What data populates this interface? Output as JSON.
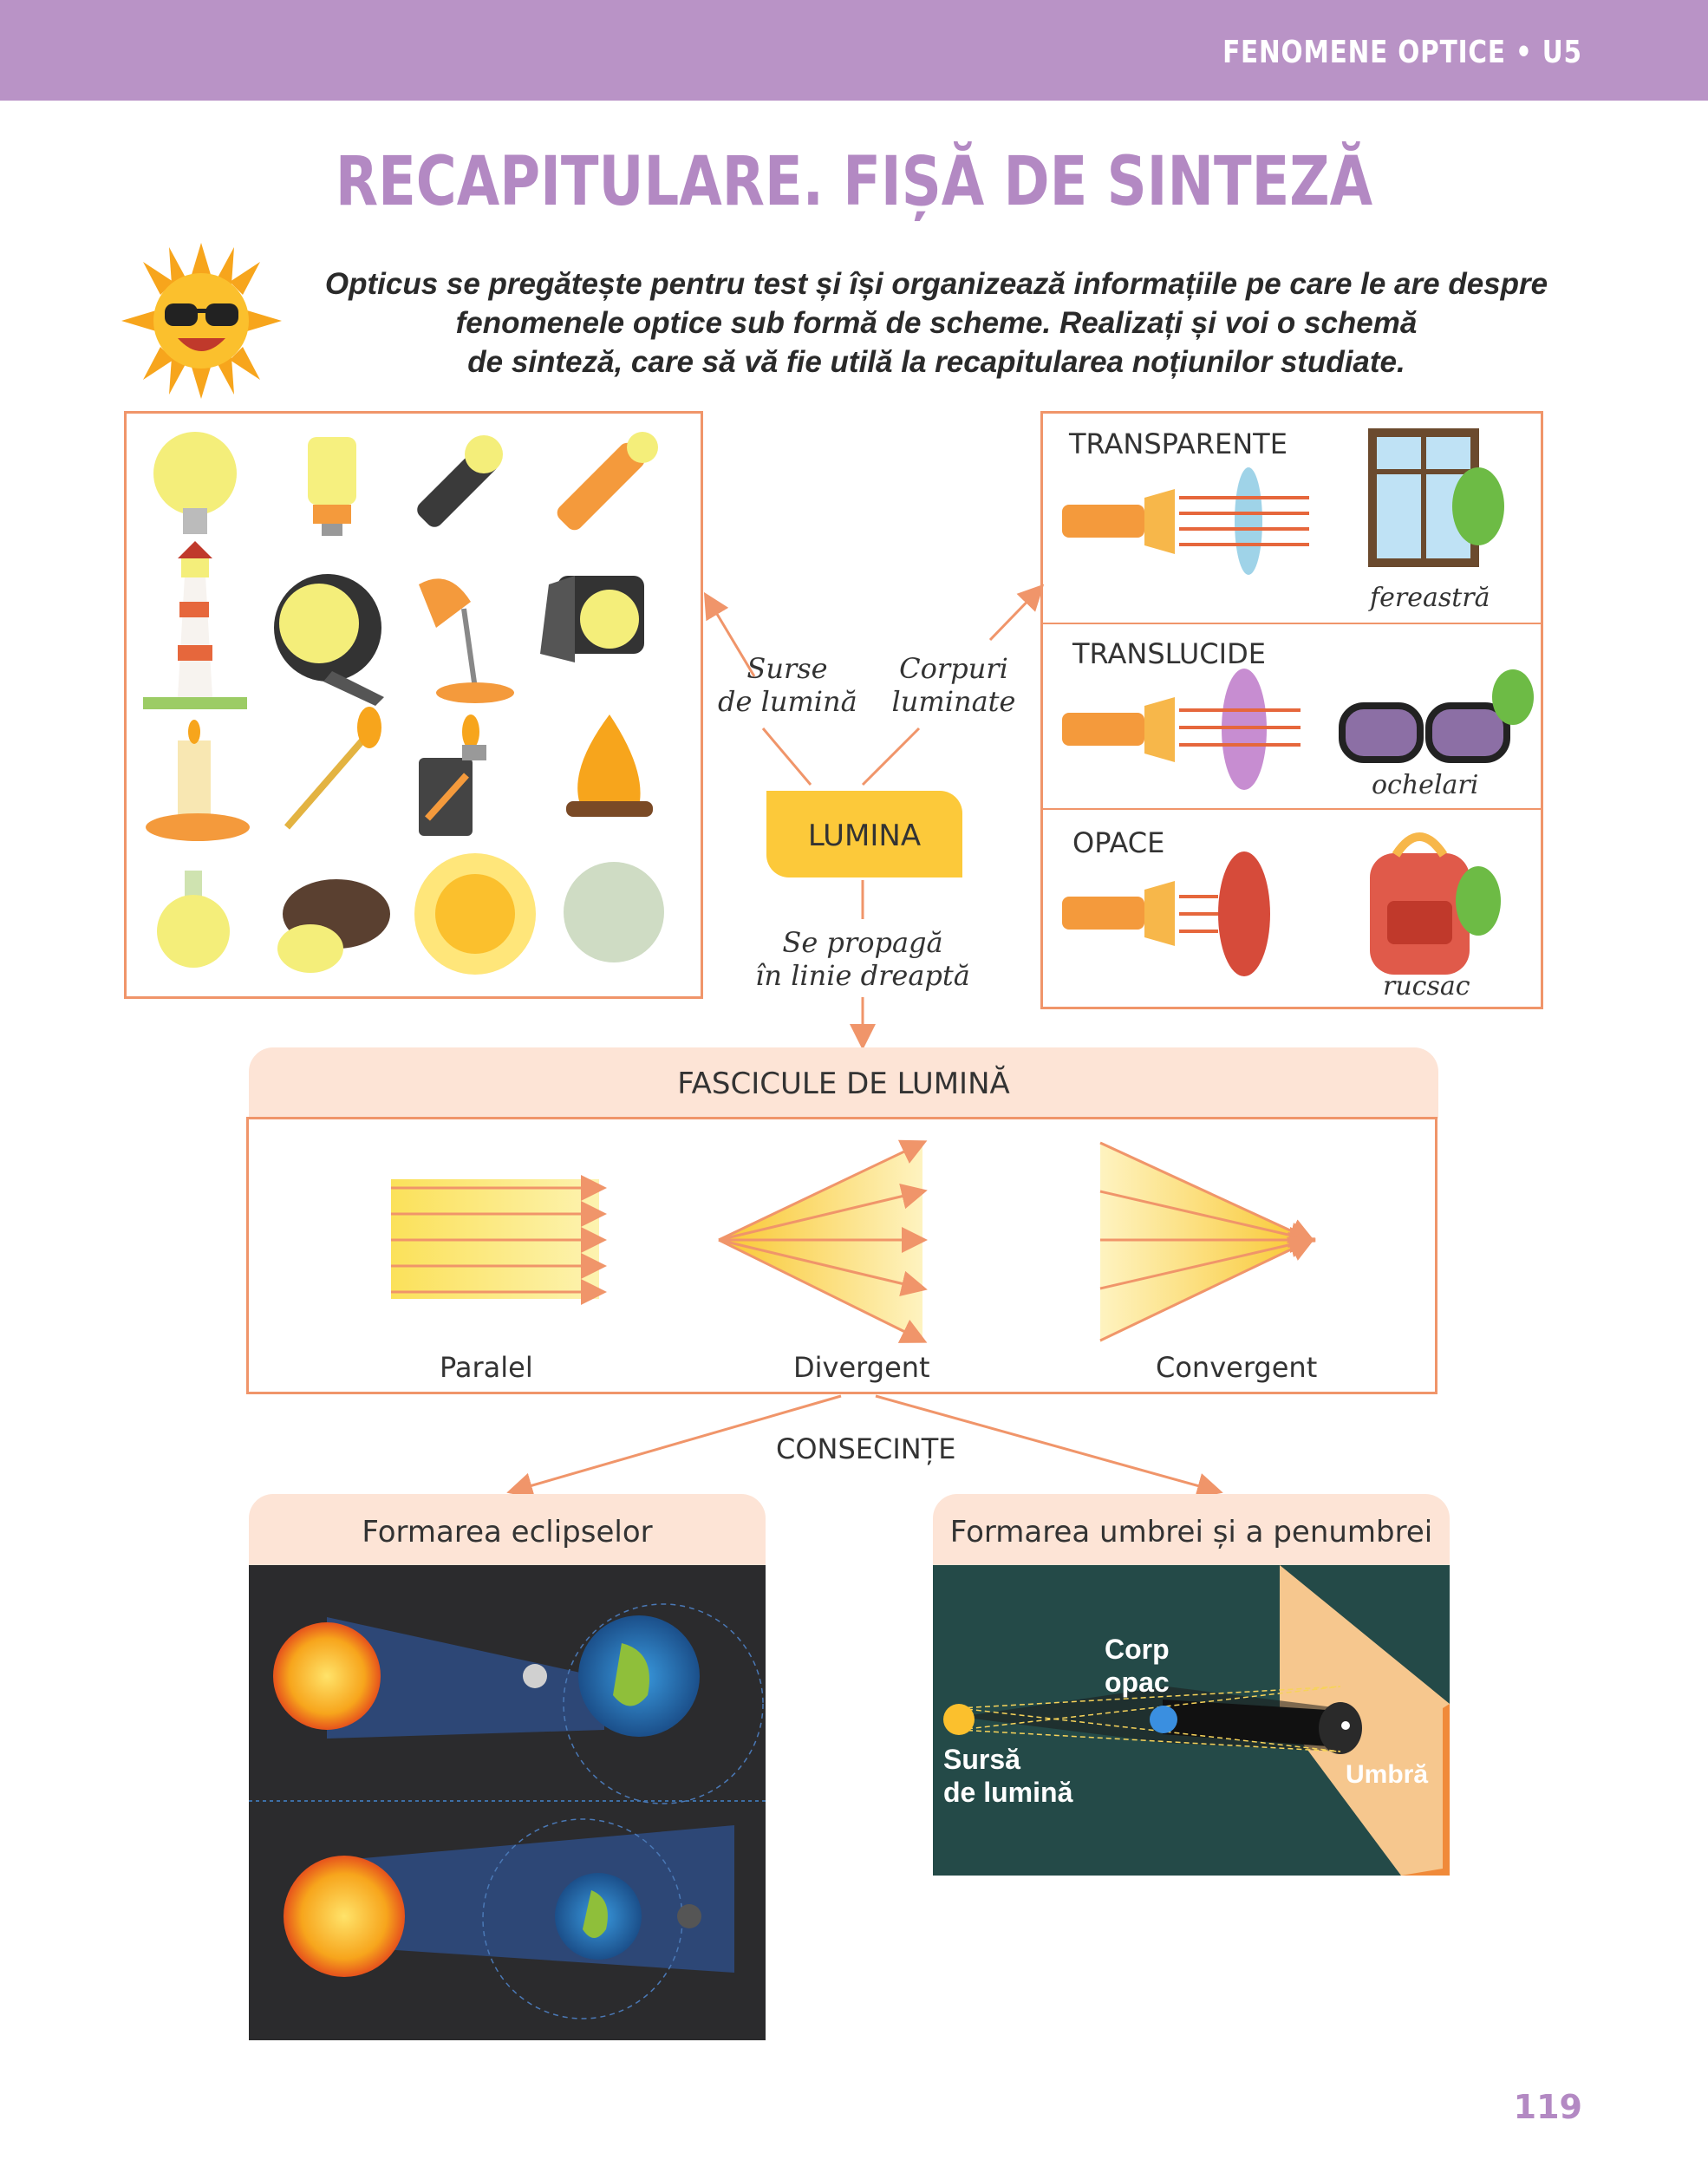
{
  "header": {
    "section": "FENOMENE OPTICE • U5"
  },
  "page": {
    "title": "RECAPITULARE. FIȘĂ DE SINTEZĂ",
    "number": "119"
  },
  "intro": {
    "line1": "Opticus se pregătește pentru test și își organizează informațiile pe care le are despre",
    "line2": "fenomenele optice sub formă de scheme. Realizați și voi o schemă",
    "line3": "de sinteză, care să vă fie utilă la recapitularea noțiunilor studiate."
  },
  "center": {
    "main": "LUMINA",
    "left_branch": [
      "Surse",
      "de lumină"
    ],
    "right_branch": [
      "Corpuri",
      "luminate"
    ],
    "down_branch": [
      "Se propagă",
      "în linie dreaptă"
    ]
  },
  "bodies": {
    "transparent": {
      "title": "TRANSPARENTE",
      "example": "fereastră"
    },
    "translucent": {
      "title": "TRANSLUCIDE",
      "example": "ochelari"
    },
    "opaque": {
      "title": "OPACE",
      "example": "rucsac"
    }
  },
  "beams": {
    "title": "FASCICULE DE LUMINĂ",
    "parallel": "Paralel",
    "divergent": "Divergent",
    "convergent": "Convergent"
  },
  "consequences": {
    "title": "CONSECINȚE",
    "eclipses": "Formarea eclipselor",
    "shadow": {
      "title": "Formarea umbrei și a penumbrei",
      "body_label": [
        "Corp",
        "opac"
      ],
      "source_label": [
        "Sursă",
        "de lumină"
      ],
      "shadow_label": "Umbră"
    }
  },
  "colors": {
    "accent": "#b993c6",
    "orange": "#f0956a",
    "tab": "#fde4d6",
    "yellow": "#fcc93a",
    "dark_green": "#244a48"
  }
}
